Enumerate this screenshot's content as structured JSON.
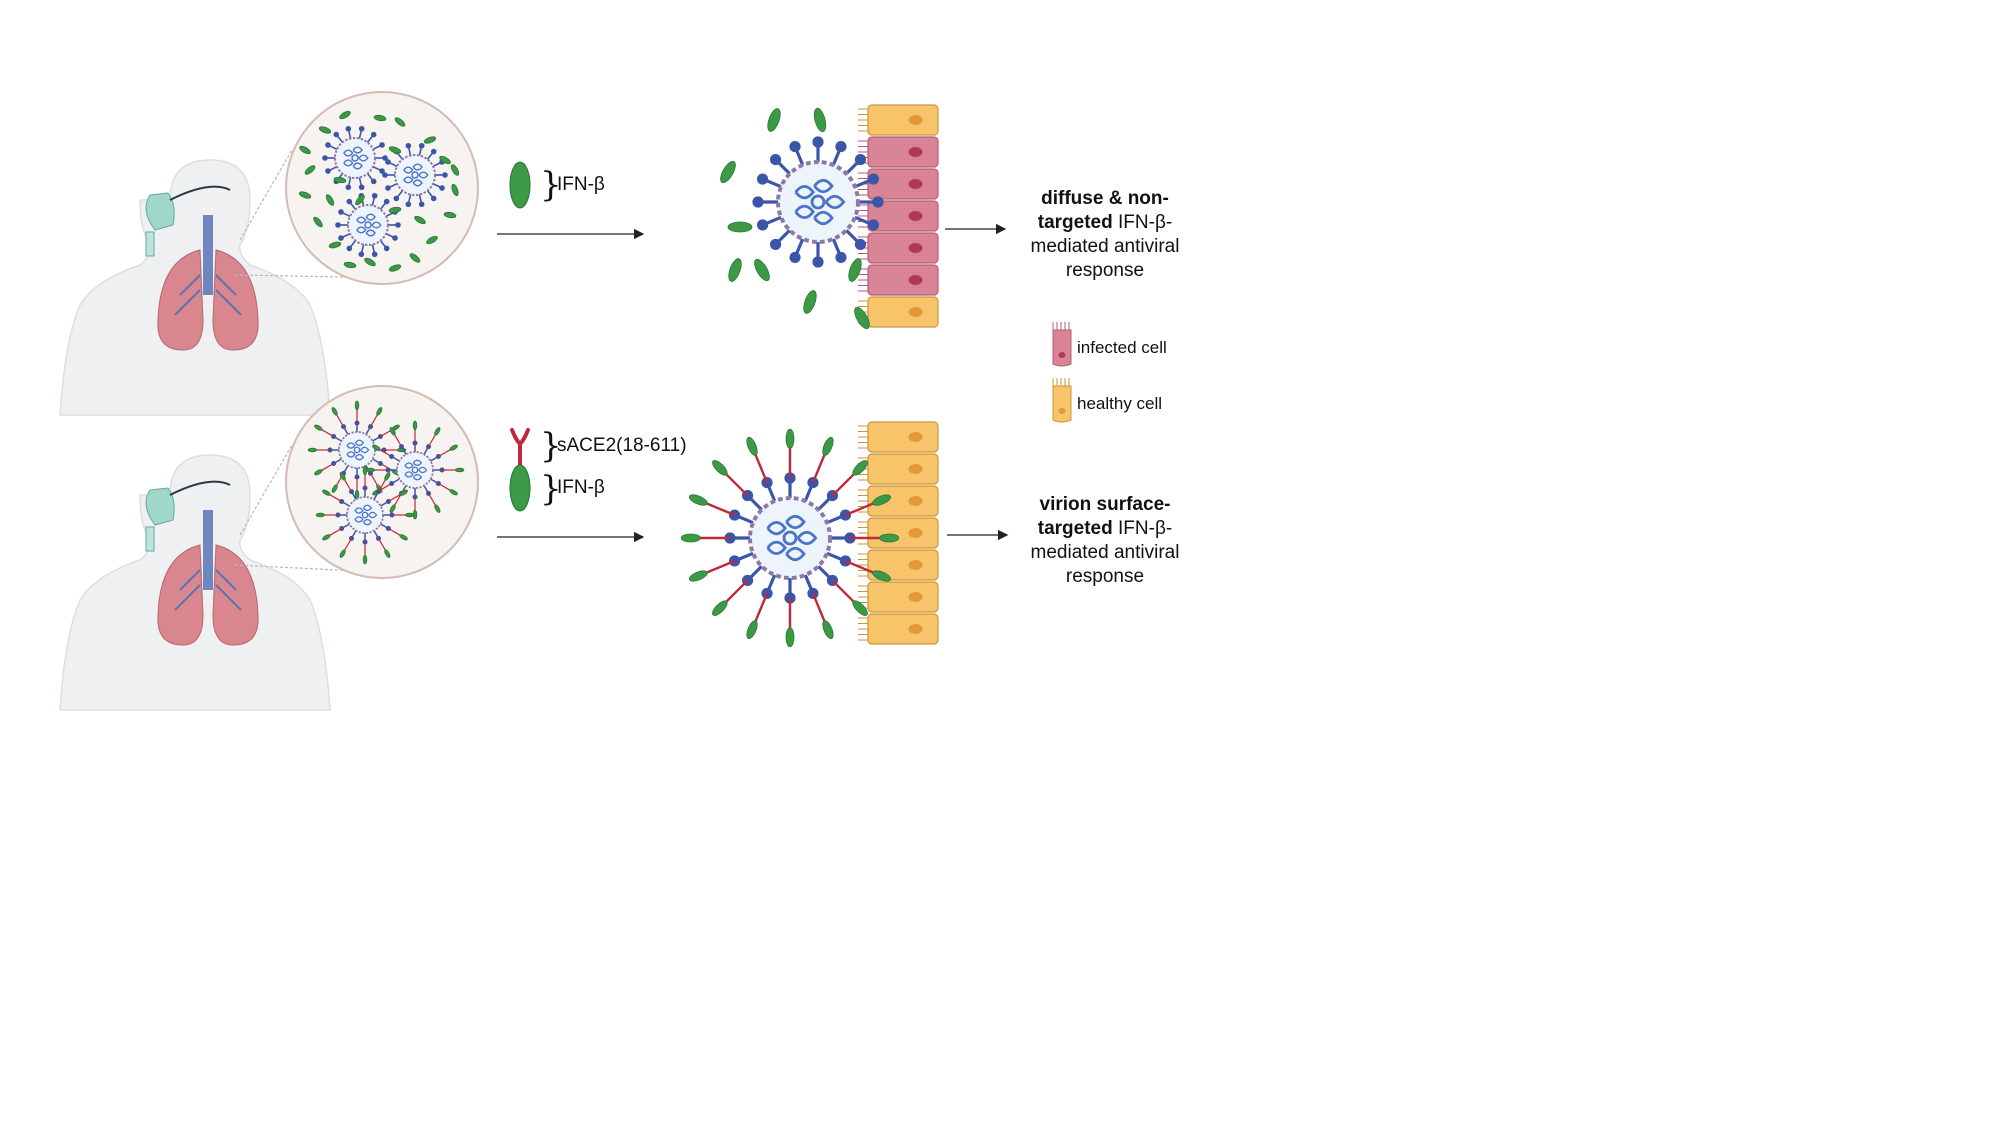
{
  "colors": {
    "ifn": "#3c9a46",
    "ifn_dark": "#2a7733",
    "virus_spike": "#3b56a8",
    "virus_rna": "#4a74c8",
    "sace2": "#c0283c",
    "healthy_cell": "#f7c46a",
    "healthy_cell_edge": "#c9963b",
    "infected_cell": "#d98496",
    "infected_cell_edge": "#b45d72",
    "lung": "#d9868e",
    "body": "#eef0f1",
    "arrow": "#222222",
    "zoom_bg": "#f7f3f1",
    "zoom_edge": "#d2bcb3"
  },
  "legend": {
    "ifn_label": "IFN-β",
    "sace2_label": "sACE2(18-611)",
    "ifn_label_2": "IFN-β",
    "infected_cell": "infected cell",
    "healthy_cell": "healthy cell"
  },
  "outcomes": {
    "top": {
      "bold": "diffuse & non-targeted",
      "rest": "IFN-β-mediated antiviral response"
    },
    "bottom": {
      "bold": "virion surface-targeted",
      "rest": "IFN-β-mediated antiviral response"
    }
  },
  "icons": [
    "patient-with-oxygen-mask-icon",
    "lung-icon",
    "virion-icon",
    "ifn-beta-icon",
    "sace2-icon",
    "epithelial-cell-icon"
  ]
}
